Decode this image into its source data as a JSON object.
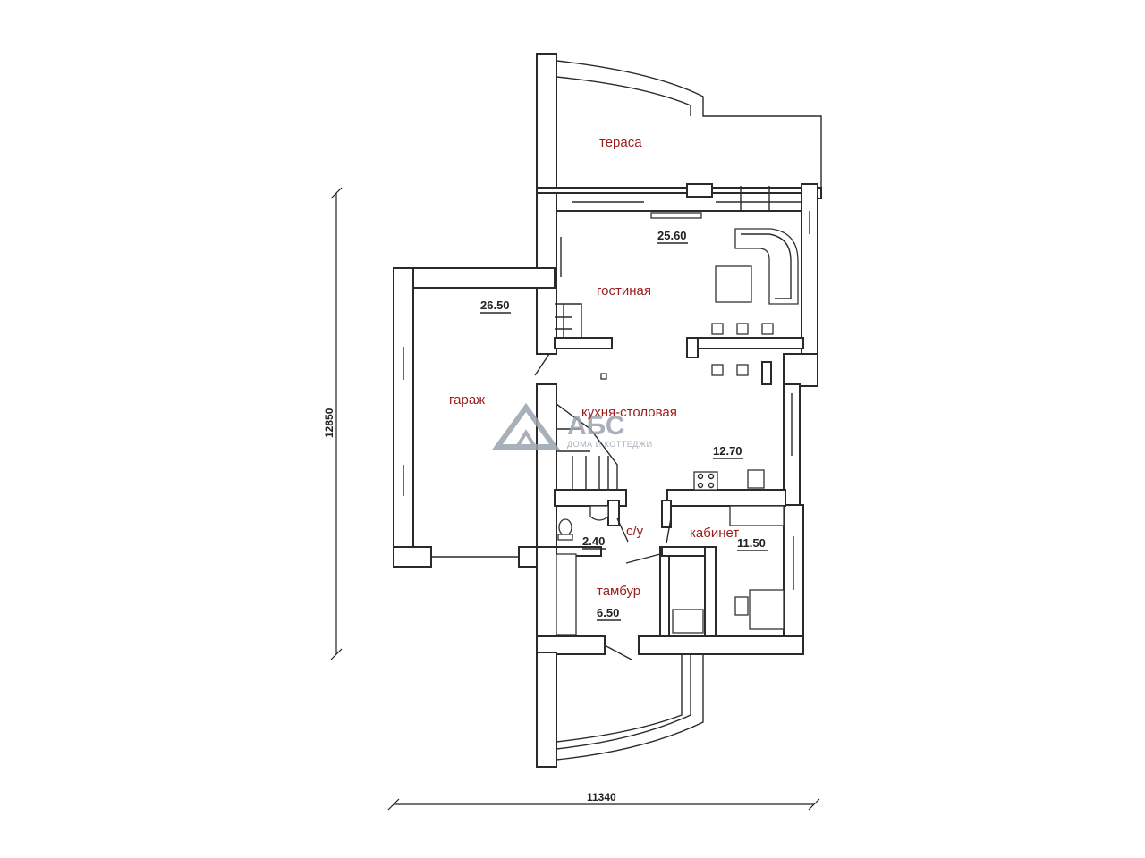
{
  "rooms": {
    "terrace": "тераса",
    "living": "гостиная",
    "garage": "гараж",
    "kitchen": "кухня-столовая",
    "bathroom": "с/у",
    "office": "кабинет",
    "vestibule": "тамбур"
  },
  "areas": {
    "living": "25.60",
    "garage": "26.50",
    "kitchen": "12.70",
    "bathroom": "2.40",
    "office": "11.50",
    "vestibule": "6.50"
  },
  "dimensions": {
    "height": "12850",
    "width": "11340"
  },
  "logo": {
    "name": "АБС",
    "tagline": "ДОМА И КОТТЕДЖИ"
  }
}
